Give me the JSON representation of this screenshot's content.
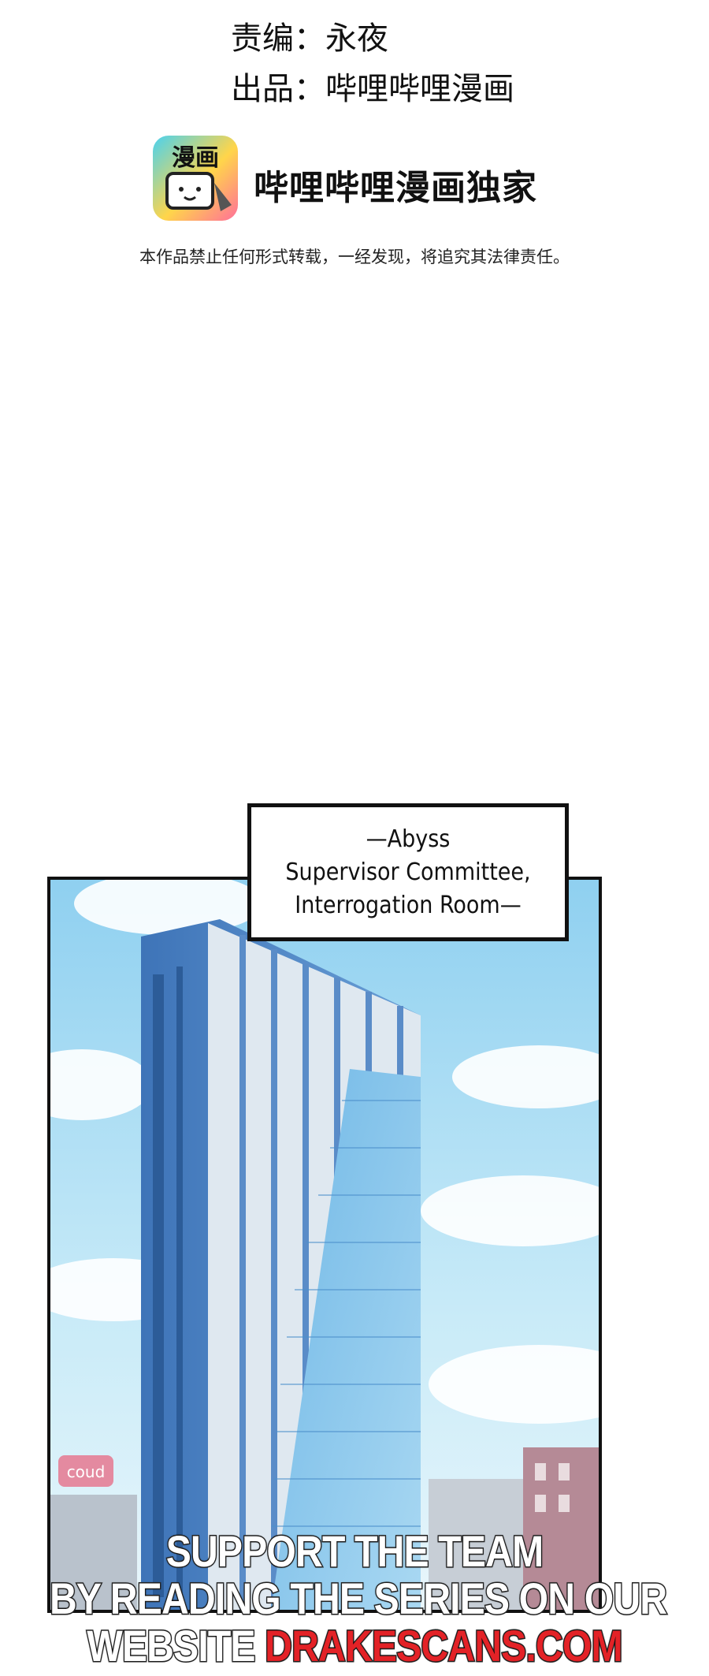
{
  "credits": {
    "editor": "责编：永夜",
    "publisher": "出品：哔哩哔哩漫画"
  },
  "brand": {
    "app_icon_text": "漫画",
    "exclusive_label": "哔哩哔哩漫画独家"
  },
  "notice": "本作品禁止任何形式转载，一经发现，将追究其法律责任。",
  "caption": {
    "line1": "—Abyss",
    "line2": "Supervisor Committee,",
    "line3": "Interrogation Room—"
  },
  "scene": {
    "sign_text": "coud"
  },
  "promo": {
    "line1": "SUPPORT THE TEAM",
    "line2": "BY READING THE SERIES ON OUR",
    "line3_prefix": "WEBSITE ",
    "line3_url": "DRAKESCANS.COM"
  }
}
